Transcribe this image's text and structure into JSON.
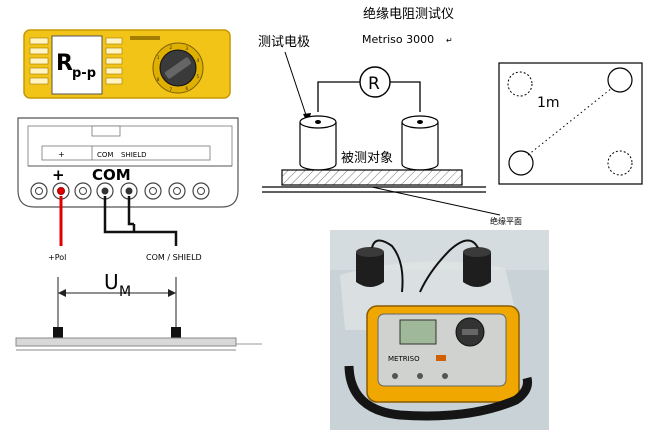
{
  "device_top": {
    "title_main": "R",
    "title_sub": "p-p",
    "knob_marks": [
      "1",
      "2",
      "3",
      "4",
      "5",
      "6",
      "7",
      "8"
    ]
  },
  "terminal_panel": {
    "small_labels": [
      "+",
      "COM",
      "SHIELD"
    ],
    "big_plus": "+",
    "big_com": "COM"
  },
  "wiring": {
    "pol_label": "+Pol",
    "com_shield_label": "COM / SHIELD",
    "um_label_base": "U",
    "um_label_sub": "M"
  },
  "setup": {
    "title": "绝缘电阻测试仪",
    "instrument_label": "Metriso 3000",
    "electrode_label": "测试电极",
    "resistor_symbol": "R",
    "object_label": "被测对象",
    "plane_label": "绝缘平面"
  },
  "square": {
    "distance_label": "1m"
  },
  "photo": {
    "brand_text": "METRISO"
  },
  "colors": {
    "device_yellow": "#f2c417",
    "wire_red": "#e00000",
    "photo_bg": "#c9d2d6"
  }
}
